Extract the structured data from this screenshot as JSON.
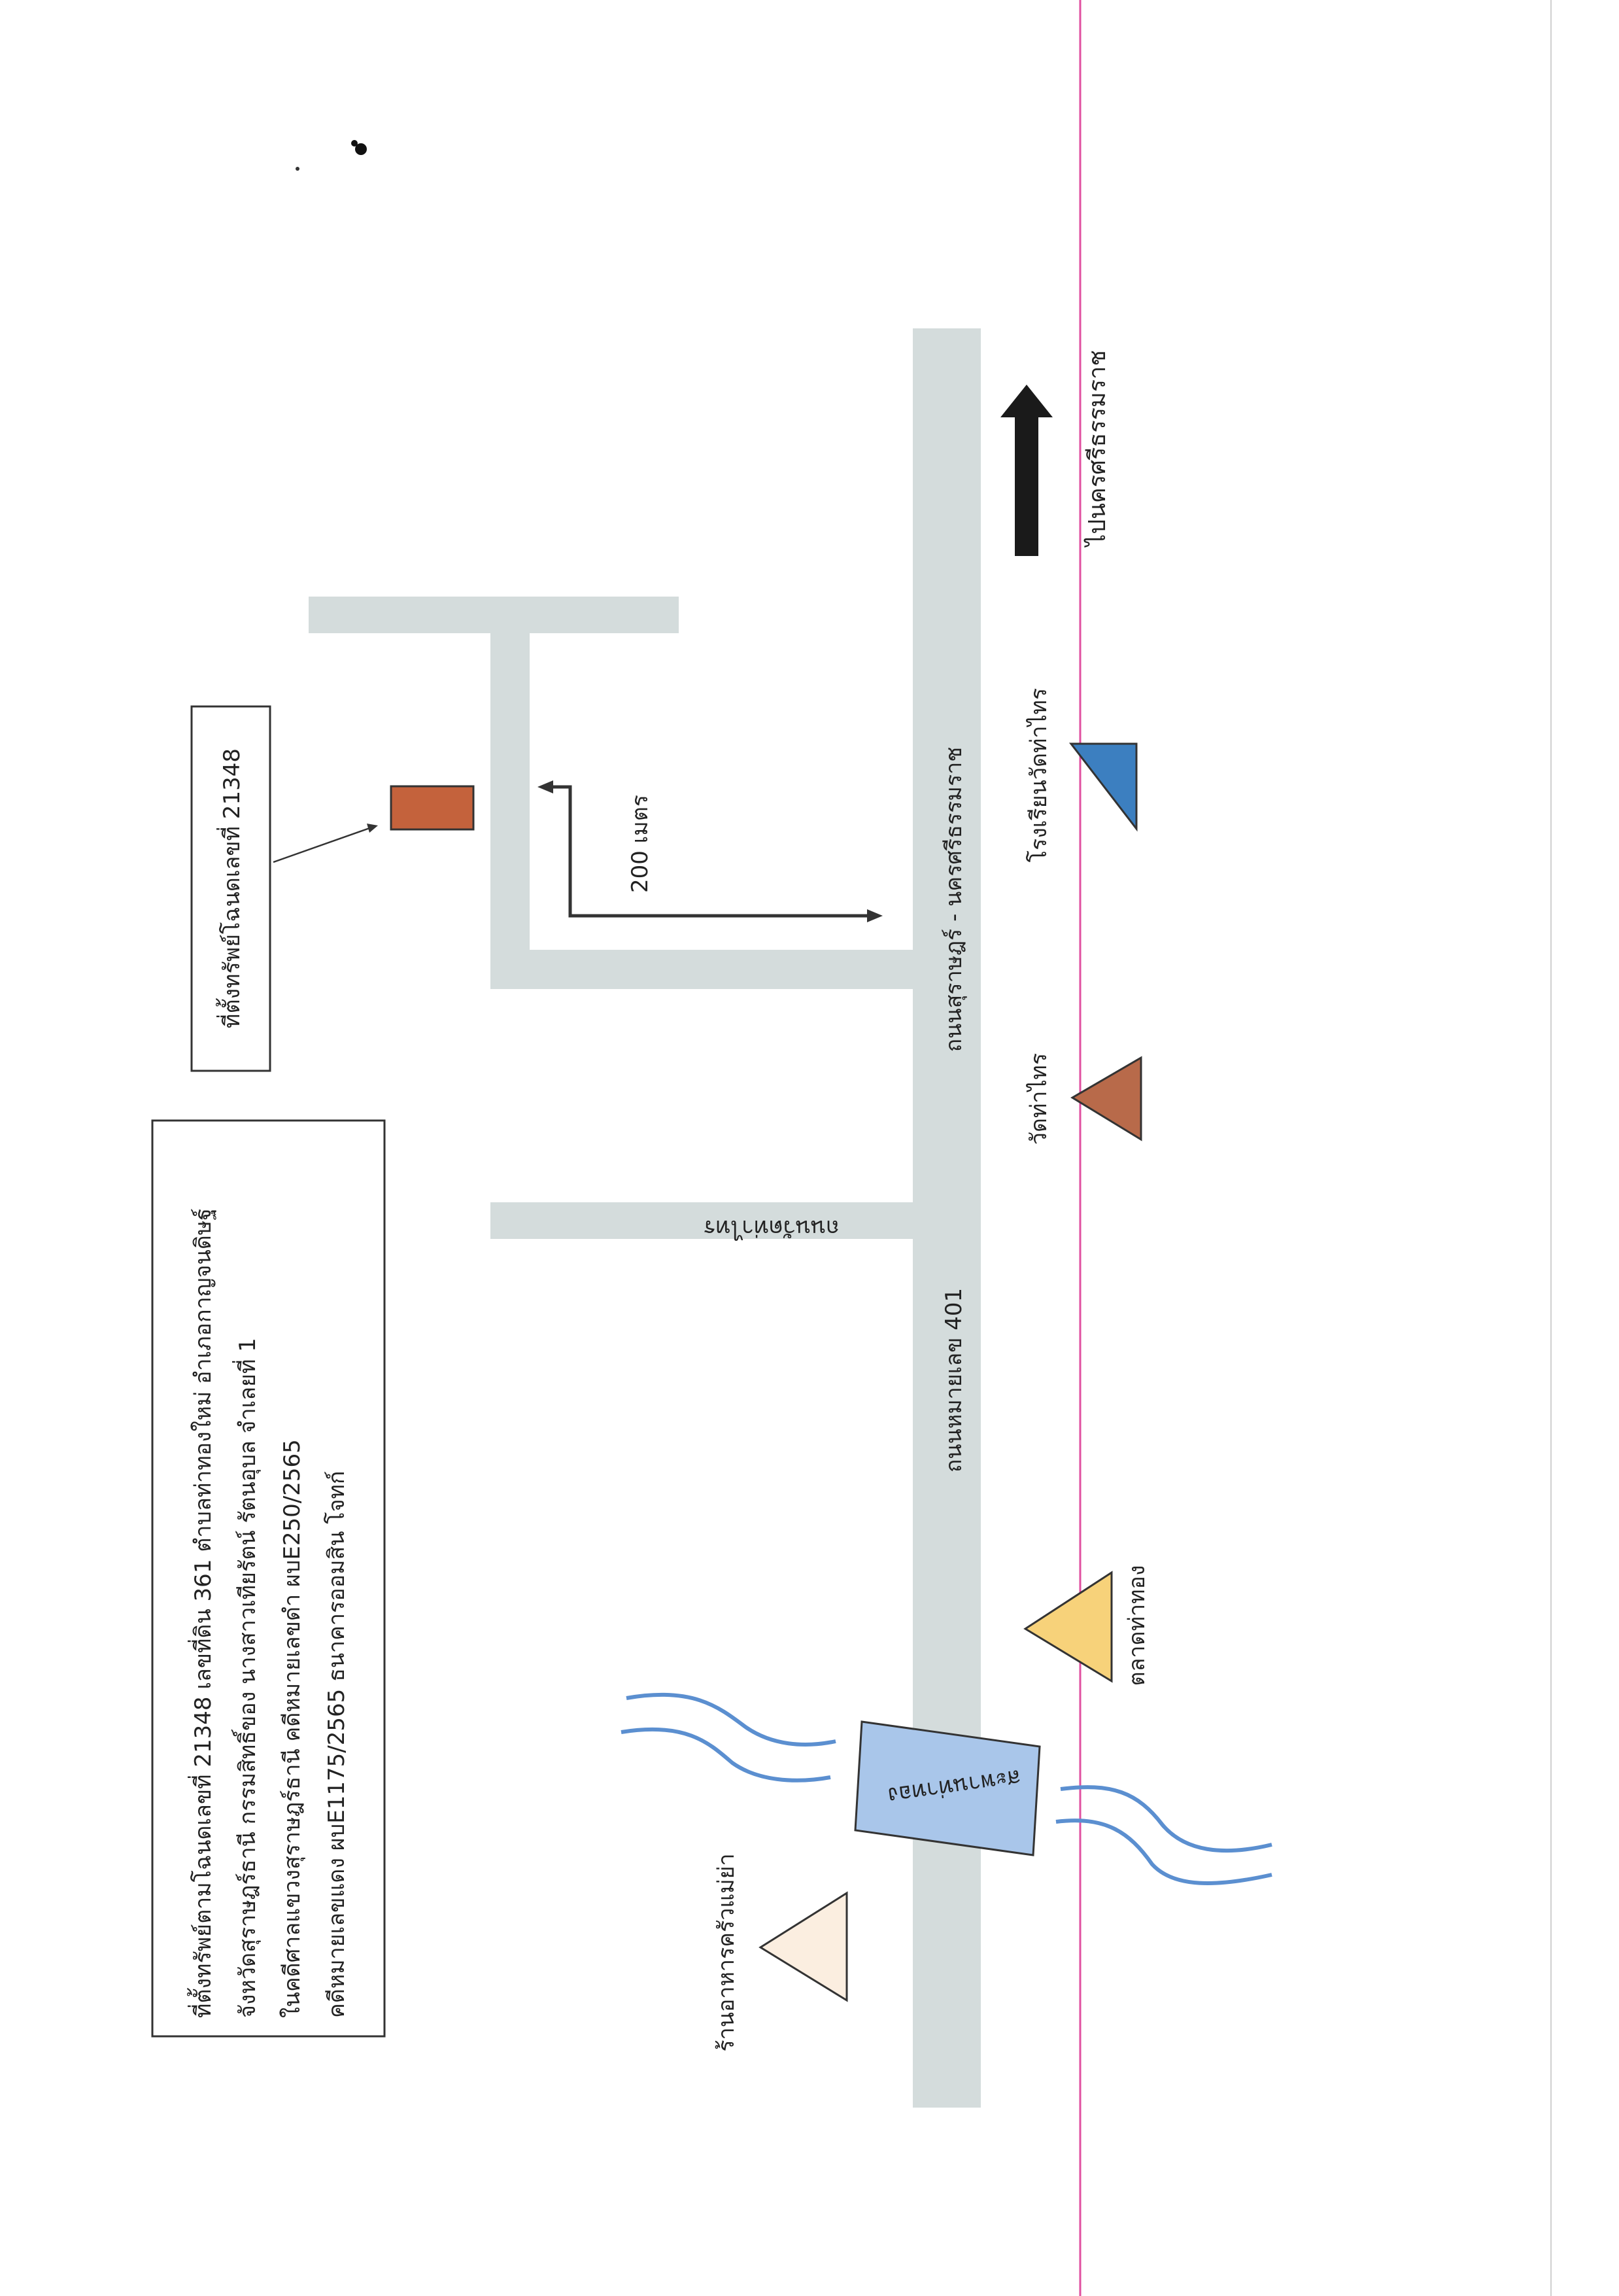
{
  "map": {
    "info_box": {
      "line1": "ที่ตั้งทรัพย์ตามโฉนดเลขที่  21348  เลขที่ดิน  361 ตำบลท่าทองใหม่ อำเภอกาญจนดิษฐ์",
      "line2": "จังหวัดสุราษฎร์ธานี  กรรมสิทธิ์ของ  นางสาวเทียรัตน์  รัตนอุบล จำเลยที่ 1",
      "line3": "ในคดีศาลแขวงสุราษฎร์ธานี คดีหมายเลขดำ ผบE250/2565",
      "line4": "คดีหมายเลขแดง ผบE1175/2565  ธนาคารออมสิน โจทก์"
    },
    "property_callout": "ที่ตั้งทรัพย์โฉนดเลขที่  21348",
    "distance_label": "200  เมตร",
    "roads": {
      "main_upper": "ถนนสุราษฎร์ - นครศรีธรรมราช",
      "main_lower": "ถนนหมายเลข  401",
      "side_road": "ถนนวัดท่าไทร"
    },
    "bridge_label": "สะพานท่าทอง",
    "landmarks": [
      {
        "name": "โรงเรียนวัดท่าไทร",
        "color": "#3c7fc0"
      },
      {
        "name": "วัดท่าไทร",
        "color": "#b86a4a"
      },
      {
        "name": "ตลาดท่าทอง",
        "color": "#f7d27a"
      },
      {
        "name": "ร้านอาหารครัวแม่ย่า",
        "color": "#fbeee0"
      }
    ],
    "direction_label": "ไปนครศรีธรรมราช",
    "colors": {
      "road": "#d4dcdc",
      "river": "#5b8fd0",
      "bridge": "#a9c6ea",
      "property": "#c4623c",
      "arrow": "#1a1a1a",
      "margin_line": "#e050a0"
    }
  }
}
